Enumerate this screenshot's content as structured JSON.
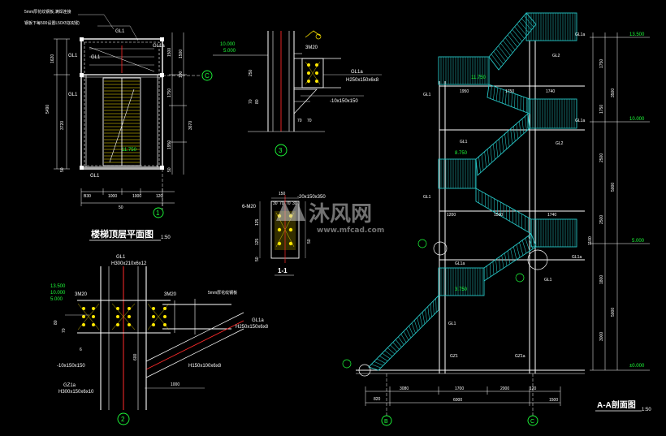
{
  "colors": {
    "background": "#000000",
    "line": "#ffffff",
    "cyan": "#26c6c6",
    "green": "#1dff3a",
    "yellow": "#ffe600",
    "red": "#ff2a2a",
    "magenta": "#ff33ff"
  },
  "watermark": {
    "brand": "沐风网",
    "url": "www.mfcad.com",
    "icon": "mf-logo-icon"
  },
  "plan": {
    "title": "楼梯顶层平面图",
    "scale": "1:50",
    "number": "1",
    "note1": "5mm厚花纹钢板,满焊连接",
    "note2": "钢板下每500设置L50X5加劲肋",
    "gl": [
      "GL1",
      "GL1a",
      "GL1",
      "GL1",
      "GL1",
      "GL1"
    ],
    "dims_left": [
      "1620",
      "5490",
      "3720",
      "50"
    ],
    "dims_right": [
      "1500",
      "1500",
      "100",
      "1750",
      "3670",
      "1950",
      "50"
    ],
    "dims_bottom": [
      "B30",
      "1000",
      "1000",
      "120",
      "50"
    ],
    "elev": "11.750",
    "axis": "C"
  },
  "detail3": {
    "number": "3",
    "elev1": "10.000",
    "elev2": "5.000",
    "bolt": "3M20",
    "beam": "GL1a",
    "section": "H250x150x6x8",
    "plate": "-10x150x150",
    "dims": [
      "250",
      "70",
      "70",
      "70",
      "80"
    ]
  },
  "detail11": {
    "label": "1-1",
    "bolt": "6-M20",
    "plate": "-20x150x350",
    "dims": [
      "150",
      "30",
      "70",
      "70",
      "30",
      "50",
      "125",
      "125",
      "50"
    ]
  },
  "detail2": {
    "number": "2",
    "top_beam": "GL1",
    "top_section": "H300x210x6x12",
    "elev1": "13.500",
    "elev2": "10.000",
    "elev3": "5.000",
    "bolt_l": "3M20",
    "bolt_r": "3M20",
    "plate_note": "5mm厚花纹钢板",
    "beam": "GL1a",
    "beam_section": "H250x150x6x8",
    "plate": "-10x150x150",
    "column": "GZ1a",
    "column_section": "H300x150x6x10",
    "brace": "H150x100x6x8",
    "dims": [
      "80",
      "70",
      "600",
      "1000",
      "6"
    ]
  },
  "section": {
    "title": "A-A剖面图",
    "scale": "1:50",
    "elev_right": [
      "13.500",
      "10.000",
      "5.000",
      "±0.000"
    ],
    "elev_left": [
      "11.750",
      "8.750",
      "3.750"
    ],
    "gl_labels": [
      "GL1",
      "GL1",
      "GL1",
      "GL1a",
      "GL2",
      "GL1a",
      "GL2",
      "GL1a",
      "GL1a",
      "GL1",
      "GL1",
      "GZ1",
      "GZ1a"
    ],
    "dims_top": [
      "1950",
      "1750",
      "1740",
      "1200",
      "1560",
      "1740"
    ],
    "dims_right": [
      "1750",
      "3500",
      "1750",
      "2500",
      "5000",
      "2500",
      "1100",
      "1800",
      "5000",
      "3000"
    ],
    "dims_bottom": [
      "820",
      "3080",
      "1700",
      "2000",
      "120",
      "6000",
      "1500"
    ],
    "axes": [
      "B",
      "C"
    ]
  }
}
